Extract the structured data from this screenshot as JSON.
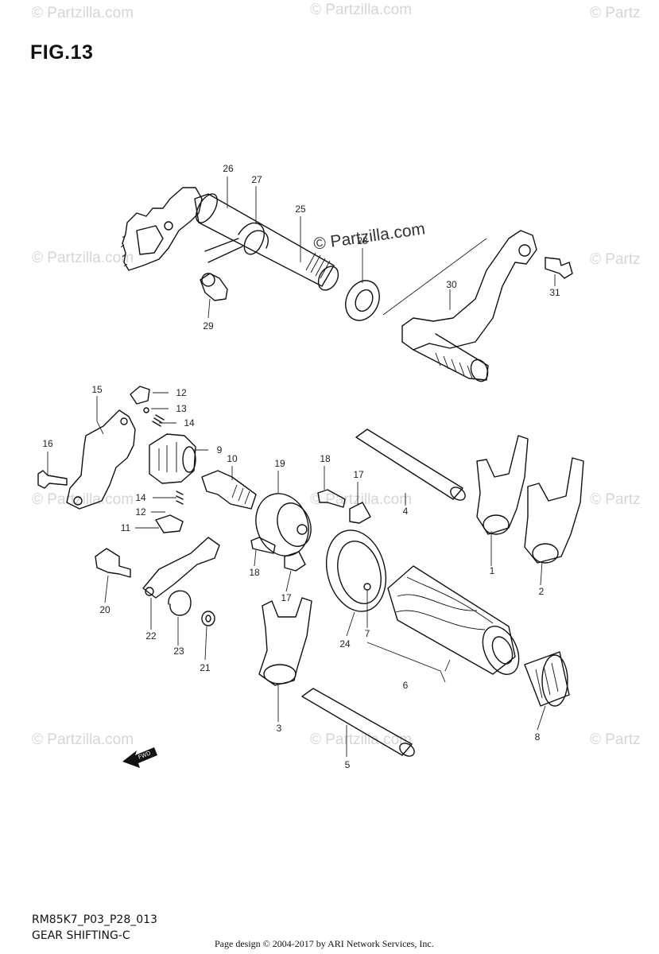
{
  "figure": {
    "title": "FIG.13"
  },
  "watermark": {
    "text": "© Partzilla.com",
    "edge_text": "© Partz",
    "center_text": "© Partzilla.com"
  },
  "callouts": {
    "p1": "1",
    "p2": "2",
    "p3": "3",
    "p4": "4",
    "p5": "5",
    "p6": "6",
    "p7": "7",
    "p8": "8",
    "p9": "9",
    "p10": "10",
    "p11": "11",
    "p12a": "12",
    "p12b": "12",
    "p13": "13",
    "p14a": "14",
    "p14b": "14",
    "p15": "15",
    "p16": "16",
    "p17a": "17",
    "p17b": "17",
    "p18a": "18",
    "p18b": "18",
    "p19": "19",
    "p20": "20",
    "p21": "21",
    "p22": "22",
    "p23": "23",
    "p24": "24",
    "p25": "25",
    "p26": "26",
    "p27": "27",
    "p28": "28",
    "p29": "29",
    "p30": "30",
    "p31": "31"
  },
  "fwd_label": "FWD",
  "footer": {
    "code": "RM85K7_P03_P28_013",
    "name": "GEAR SHIFTING-C",
    "credit": "Page design © 2004-2017 by ARI Network Services, Inc."
  }
}
